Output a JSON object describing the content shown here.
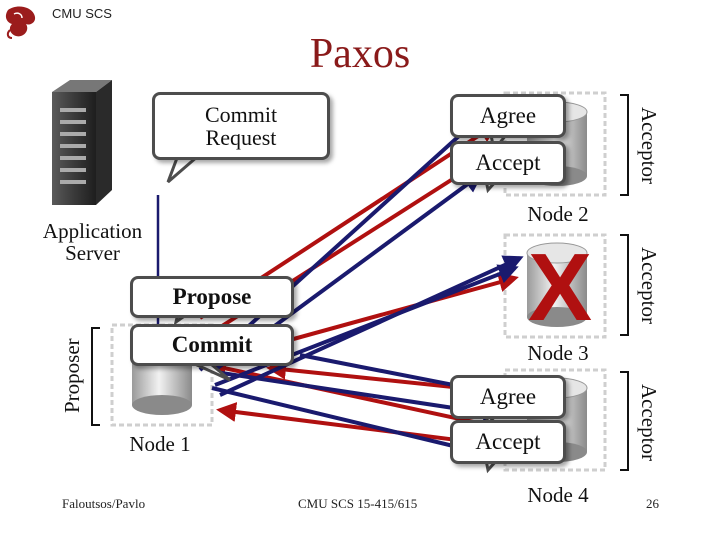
{
  "header": {
    "org": "CMU SCS"
  },
  "title": "Paxos",
  "bubbles": {
    "commit_request": "Commit\nRequest",
    "agree_top": "Agree",
    "accept_top": "Accept",
    "propose": "Propose",
    "commit": "Commit",
    "agree_bottom": "Agree",
    "accept_bottom": "Accept"
  },
  "labels": {
    "app_server": "Application\nServer",
    "node1": "Node 1",
    "node2": "Node 2",
    "node3": "Node 3",
    "node4": "Node 4",
    "proposer": "Proposer",
    "acceptor_top": "Acceptor",
    "acceptor_mid": "Acceptor",
    "acceptor_bottom": "Acceptor"
  },
  "failed_marker": "X",
  "footer": {
    "left": "Faloutsos/Pavlo",
    "center": "CMU SCS 15-415/615",
    "page": "26"
  },
  "colors": {
    "blue_arrow": "#1a1a6e",
    "red_arrow": "#b01010",
    "title": "#8a1a1a"
  },
  "icons": [
    "dragon-logo-icon",
    "server-rack-icon",
    "database-icon"
  ]
}
